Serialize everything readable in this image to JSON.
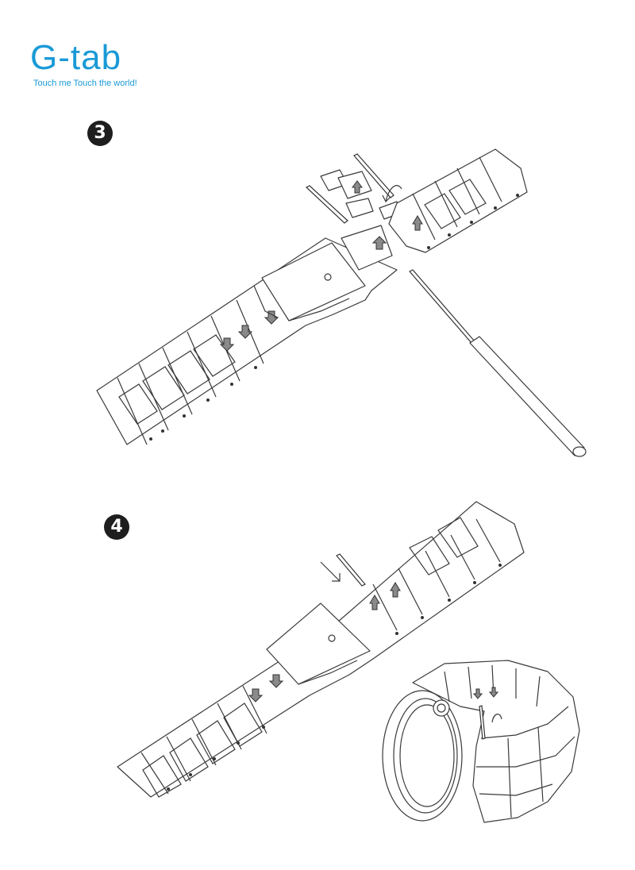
{
  "brand": {
    "logo_text": "G-tab",
    "tagline": "Touch me Touch the world!",
    "color": "#1a9ad6"
  },
  "steps": [
    {
      "number": "3"
    },
    {
      "number": "4"
    }
  ]
}
